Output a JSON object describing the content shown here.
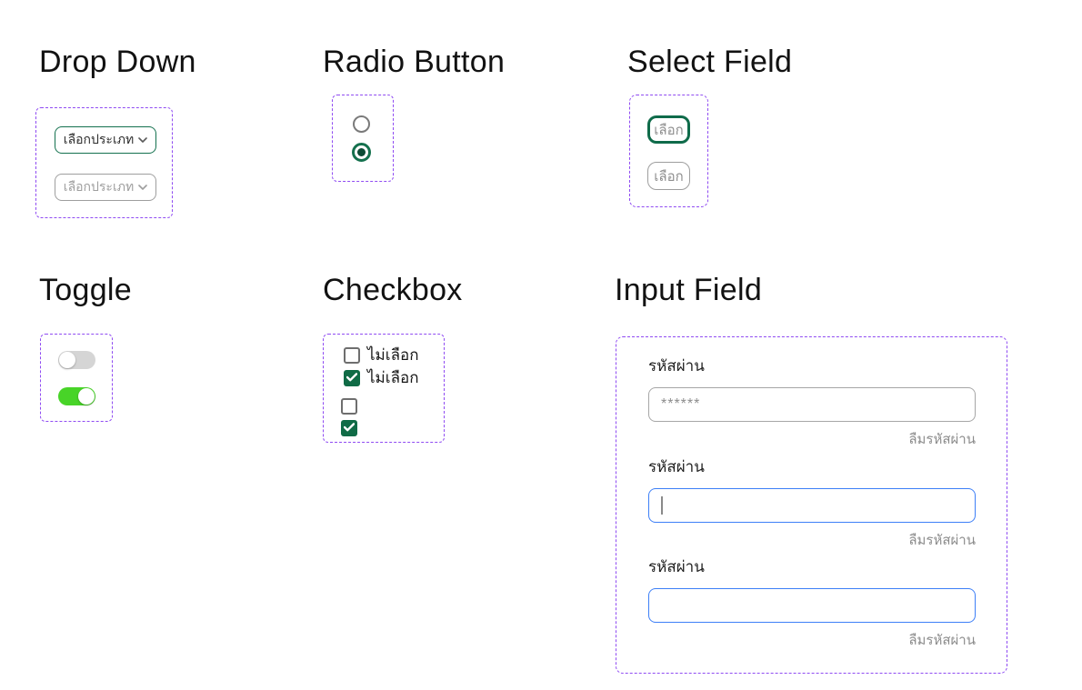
{
  "page": {
    "background": "#ffffff"
  },
  "colors": {
    "frame_dashed_purple": "#8F4BF2",
    "green_dark": "#106B46",
    "toggle_on_green": "#48D428",
    "input_focus_blue": "#3D7FF7",
    "muted_gray": "#9E9E9E",
    "link_gray": "#8C8C8C",
    "text_dark": "#1F1F1F"
  },
  "sections": {
    "dropdown": {
      "title": "Drop Down",
      "items": [
        {
          "label": "เลือกประเภท",
          "state": "active"
        },
        {
          "label": "เลือกประเภท",
          "state": "inactive"
        }
      ]
    },
    "radio": {
      "title": "Radio Button",
      "items": [
        {
          "state": "unselected"
        },
        {
          "state": "selected"
        }
      ]
    },
    "select": {
      "title": "Select Field",
      "items": [
        {
          "label": "เลือก",
          "state": "selected"
        },
        {
          "label": "เลือก",
          "state": "default"
        }
      ]
    },
    "toggle": {
      "title": "Toggle",
      "items": [
        {
          "state": "off"
        },
        {
          "state": "on"
        }
      ]
    },
    "checkbox": {
      "title": "Checkbox",
      "items": [
        {
          "label": "ไม่เลือก",
          "checked": false
        },
        {
          "label": "ไม่เลือก",
          "checked": true
        },
        {
          "label": "",
          "checked": false
        },
        {
          "label": "",
          "checked": true
        }
      ]
    },
    "input": {
      "title": "Input Field",
      "groups": [
        {
          "label": "รหัสผ่าน",
          "placeholder": "******",
          "value": "",
          "link": "ลืมรหัสผ่าน",
          "state": "default"
        },
        {
          "label": "รหัสผ่าน",
          "placeholder": "",
          "value": "",
          "link": "ลืมรหัสผ่าน",
          "state": "focused"
        },
        {
          "label": "รหัสผ่าน",
          "placeholder": "",
          "value": "",
          "link": "ลืมรหัสผ่าน",
          "state": "active"
        }
      ]
    }
  }
}
